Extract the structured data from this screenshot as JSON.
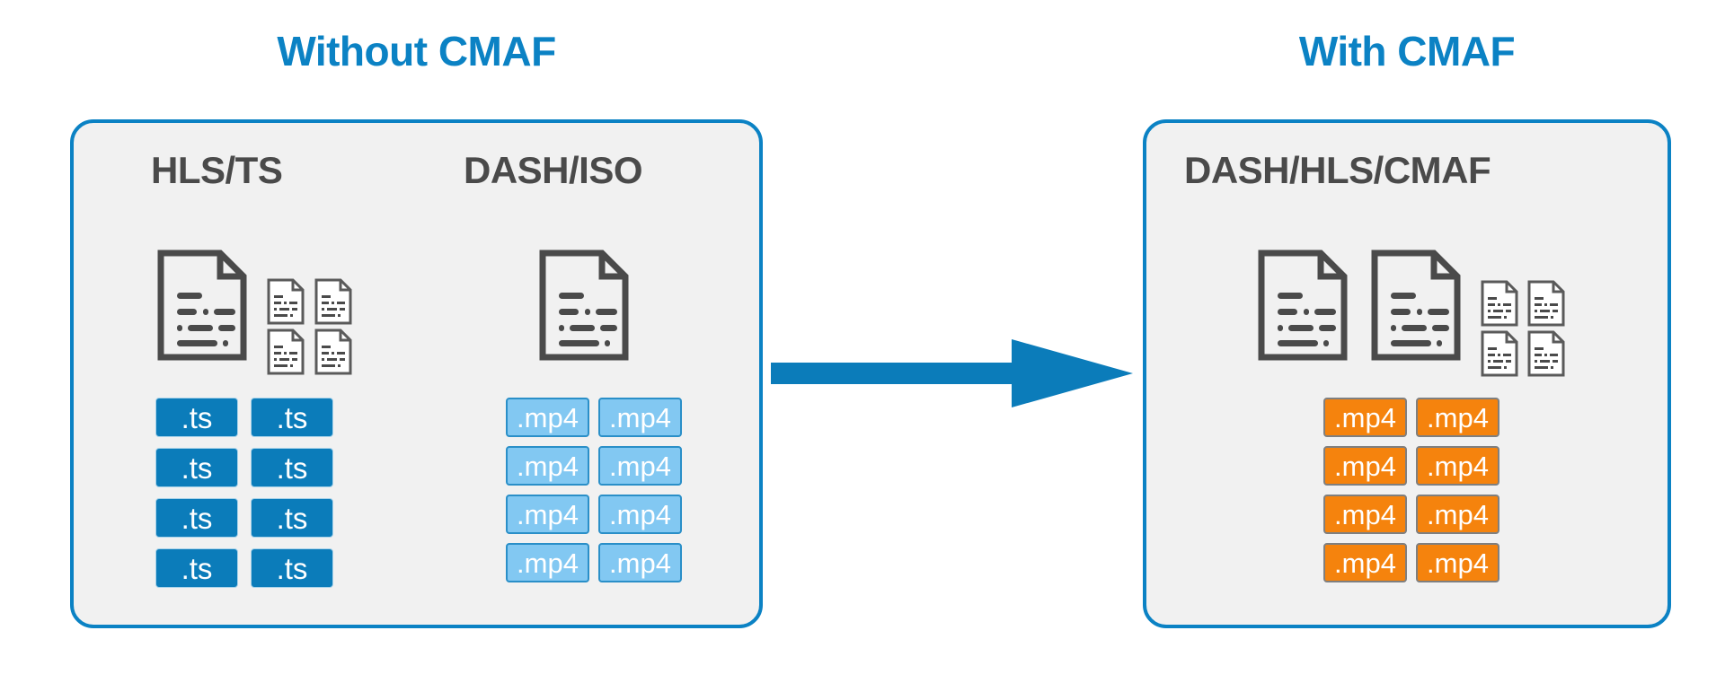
{
  "diagram": {
    "title_left": "Without CMAF",
    "title_right": "With CMAF",
    "colors": {
      "accent_blue": "#0b82c4",
      "panel_bg": "#f1f1f1",
      "doc_outline": "#4a4a4a",
      "ts_tile": "#0b7cba",
      "mp4_blue_tile": "#82c8f2",
      "mp4_orange_tile": "#f5830d",
      "arrow": "#0b7cba"
    }
  },
  "left_panel": {
    "heading": "Without CMAF",
    "columns": [
      {
        "title": "HLS/TS",
        "docs": {
          "large_count": 1,
          "small_count": 4
        },
        "tiles": {
          "label": ".ts",
          "style": "ts",
          "rows": 4,
          "cols": 2,
          "values": [
            ".ts",
            ".ts",
            ".ts",
            ".ts",
            ".ts",
            ".ts",
            ".ts",
            ".ts"
          ]
        }
      },
      {
        "title": "DASH/ISO",
        "docs": {
          "large_count": 1,
          "small_count": 0
        },
        "tiles": {
          "label": ".mp4",
          "style": "mp4-blue",
          "rows": 4,
          "cols": 2,
          "values": [
            ".mp4",
            ".mp4",
            ".mp4",
            ".mp4",
            ".mp4",
            ".mp4",
            ".mp4",
            ".mp4"
          ]
        }
      }
    ]
  },
  "right_panel": {
    "heading": "With CMAF",
    "columns": [
      {
        "title": "DASH/HLS/CMAF",
        "docs": {
          "large_count": 2,
          "small_count": 4
        },
        "tiles": {
          "label": ".mp4",
          "style": "mp4-orange",
          "rows": 4,
          "cols": 2,
          "values": [
            ".mp4",
            ".mp4",
            ".mp4",
            ".mp4",
            ".mp4",
            ".mp4",
            ".mp4",
            ".mp4"
          ]
        }
      }
    ]
  },
  "arrow": {
    "name": "transform-arrow",
    "direction": "right"
  }
}
